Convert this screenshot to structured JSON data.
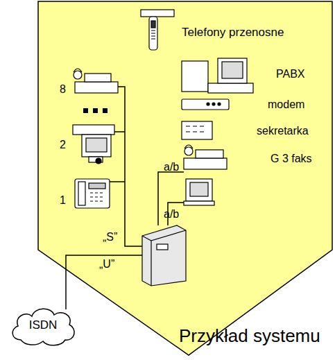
{
  "diagram": {
    "title": "Przykład systemu",
    "nodes": [
      {
        "text": [
          "ISDN"
        ]
      }
    ],
    "edges": [],
    "labels": [
      "Telefony przenosne",
      "PABX",
      "modem",
      "sekretarka",
      "G 3 faks",
      "8",
      "2",
      "1",
      "a/b",
      "a/b",
      "„S”",
      "„U”"
    ]
  }
}
